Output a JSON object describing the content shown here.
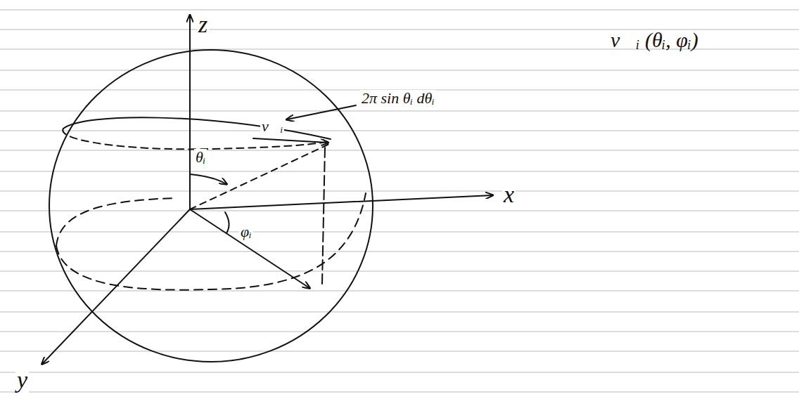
{
  "diagram": {
    "labels": [
      "z",
      "x",
      "y",
      "2π sin θᵢ dθᵢ",
      "θᵢ",
      "v⃗ᵢ",
      "φᵢ",
      "v⃗ᵢ (θᵢ, φᵢ)"
    ]
  }
}
